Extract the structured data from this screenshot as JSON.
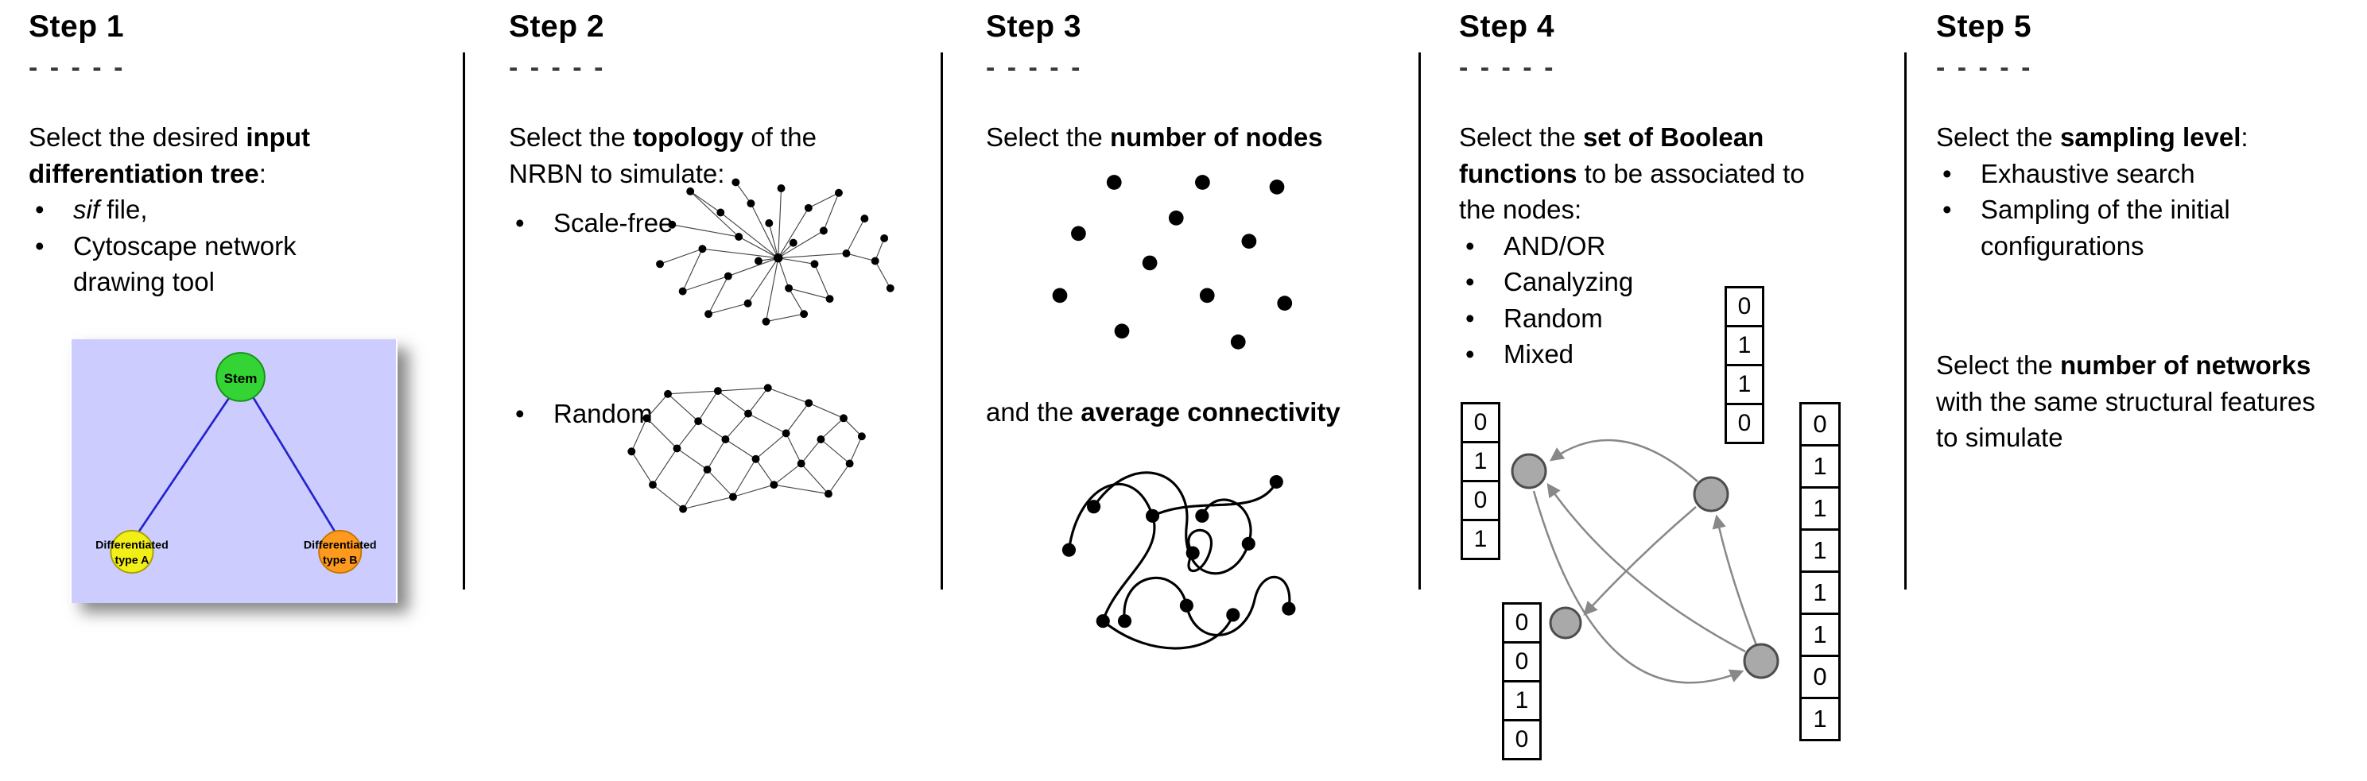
{
  "figure": {
    "background": "#ffffff",
    "divider_color": "#000000"
  },
  "steps": [
    {
      "title": "Step 1",
      "dashes": "- - - - -",
      "bullet_char": "•",
      "intro_pre": "Select the desired ",
      "intro_bold": "input differentiation tree",
      "intro_post": ":",
      "bullet1_italic": "sif",
      "bullet1_rest": " file,",
      "bullet2": "Cytoscape network drawing tool",
      "tree": {
        "root_label": "Stem",
        "left_label_line1": "Differentiated",
        "left_label_line2": "type A",
        "right_label_line1": "Differentiated",
        "right_label_line2": "type B",
        "colors": {
          "background": "#ccccff",
          "root": "#33d433",
          "root_stroke": "#169016",
          "left": "#f2ee18",
          "left_stroke": "#a8a000",
          "right": "#ff9a1e",
          "right_stroke": "#c47600",
          "edge": "#2222cc"
        }
      }
    },
    {
      "title": "Step 2",
      "dashes": "- - - - -",
      "bullet_char": "•",
      "intro_pre": "Select the ",
      "intro_bold": "topology",
      "intro_post": " of the NRBN to simulate:",
      "bullets": [
        "Scale-free",
        "Random"
      ]
    },
    {
      "title": "Step 3",
      "dashes": "- - - - -",
      "line1_pre": "Select the ",
      "line1_bold": "number of nodes",
      "line2_pre": "and the ",
      "line2_bold": "average connectivity"
    },
    {
      "title": "Step 4",
      "dashes": "- - - - -",
      "bullet_char": "•",
      "intro_pre": "Select the ",
      "intro_bold": "set of Boolean functions",
      "intro_post": " to be associated to the nodes:",
      "bullets": [
        "AND/OR",
        "Canalyzing",
        "Random",
        "Mixed"
      ],
      "truth_tables": {
        "top": [
          "0",
          "1",
          "1",
          "0"
        ],
        "left": [
          "0",
          "1",
          "0",
          "1"
        ],
        "bottom_left": [
          "0",
          "0",
          "1",
          "0"
        ],
        "right": [
          "0",
          "1",
          "1",
          "1",
          "1",
          "1",
          "0",
          "1"
        ]
      },
      "node_color": "#a9a9a9",
      "arrow_color": "#888888"
    },
    {
      "title": "Step 5",
      "dashes": "- - - - -",
      "bullet_char": "•",
      "intro_pre": "Select the ",
      "intro_bold": "sampling level",
      "intro_post": ":",
      "bullets": [
        "Exhaustive search",
        "Sampling of the initial configurations"
      ],
      "second_pre": "Select the ",
      "second_bold": "number of networks",
      "second_post": " with the same structural features to simulate"
    }
  ]
}
